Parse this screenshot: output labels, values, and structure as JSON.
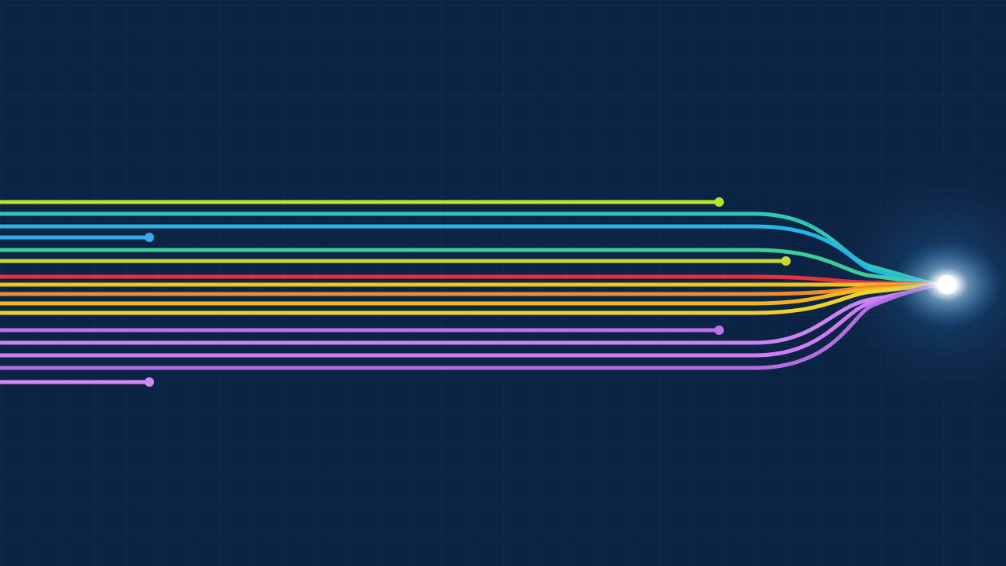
{
  "theme": {
    "background": "#0b2443",
    "grid": "#16365a",
    "glow": "#ffffff"
  },
  "icon": "glowing-light-point",
  "lines": [
    {
      "name": "lime",
      "color": "#b9e22f"
    },
    {
      "name": "teal",
      "color": "#2ec7b0"
    },
    {
      "name": "cyan",
      "color": "#25b6e6"
    },
    {
      "name": "sky-blue",
      "color": "#39a9ef"
    },
    {
      "name": "mint",
      "color": "#3ccf9a"
    },
    {
      "name": "yellow-green",
      "color": "#c7db2c"
    },
    {
      "name": "red",
      "color": "#ec2f3e"
    },
    {
      "name": "gold",
      "color": "#f2c21e"
    },
    {
      "name": "orange",
      "color": "#f08a2a"
    },
    {
      "name": "amber",
      "color": "#f5b321"
    },
    {
      "name": "yellow",
      "color": "#f0d22c"
    },
    {
      "name": "violet",
      "color": "#c070e8"
    },
    {
      "name": "lilac",
      "color": "#c985f0"
    },
    {
      "name": "orchid",
      "color": "#d17cf2"
    },
    {
      "name": "purple",
      "color": "#b56ee0"
    },
    {
      "name": "lavender",
      "color": "#cf8cf5"
    }
  ]
}
